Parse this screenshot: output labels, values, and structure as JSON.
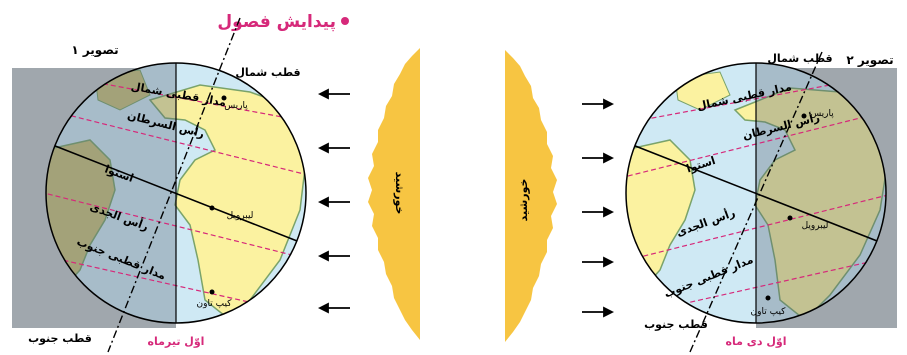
{
  "title": "پیدایش فصول",
  "colors": {
    "title": "#d6297a",
    "shadow": "#a0a7ad",
    "ocean": "#cfe9f4",
    "land": "#fbf2a0",
    "landDark": "#c9c07a",
    "sun": "#f7c542",
    "tropic": "#d6297a",
    "month": "#d6297a"
  },
  "figure1": {
    "label": "تصویر ۱",
    "north_pole": "قطب شمال",
    "south_pole": "قطب جنوب",
    "arctic_circle": "مدار قطبی شمال",
    "antarctic_circle": "مدار قطبی جنوب",
    "tropic_cancer": "رأس السرطان",
    "tropic_capricorn": "رأس الجدی",
    "equator": "استوا",
    "city_paris": "پاریس",
    "city_libreville": "لیبرویل",
    "city_capetown": "کیپ تاون",
    "sun_label": "خورشید",
    "date": "اوّل تیرماه"
  },
  "figure2": {
    "label": "تصویر ۲",
    "north_pole": "قطب شمال",
    "south_pole": "قطب جنوب",
    "arctic_circle": "مدار قطبی شمال",
    "antarctic_circle": "مدار قطبی جنوب",
    "tropic_cancer": "رأس السرطان",
    "tropic_capricorn": "رأس الجدی",
    "equator": "استوا",
    "city_paris": "پاریس",
    "city_libreville": "لیبرویل",
    "city_capetown": "کیپ تاون",
    "sun_label": "خورشید",
    "date": "اوّل دی ماه"
  }
}
